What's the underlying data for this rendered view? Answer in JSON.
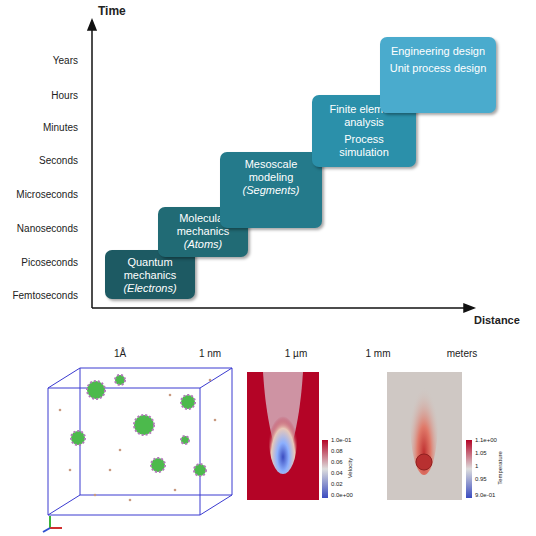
{
  "diagram": {
    "nodes": [
      {
        "text": [
          "Quantum mechanics",
          "(Electrons)"
        ]
      },
      {
        "text": [
          "Molecular mechanics",
          "(Atoms)"
        ]
      },
      {
        "text": [
          "Mesoscale modeling",
          "(Segments)"
        ]
      },
      {
        "text": [
          "Finite element analysis",
          "Process simulation"
        ]
      },
      {
        "text": [
          "Engineering design",
          "Unit process design"
        ]
      }
    ],
    "labels": [
      "Time",
      "Years",
      "Hours",
      "Minutes",
      "Seconds",
      "Microseconds",
      "Nanoseconds",
      "Picoseconds",
      "Femtoseconds",
      "Distance",
      "1Å",
      "1 nm",
      "1 µm",
      "1 mm",
      "meters",
      "1.0e-01",
      "0.08",
      "0.06",
      "0.04",
      "0.02",
      "0.0e+00",
      "Velocity",
      "1.1e+00",
      "1.05",
      "1",
      "0.95",
      "9.0e-01",
      "Temperature"
    ]
  }
}
